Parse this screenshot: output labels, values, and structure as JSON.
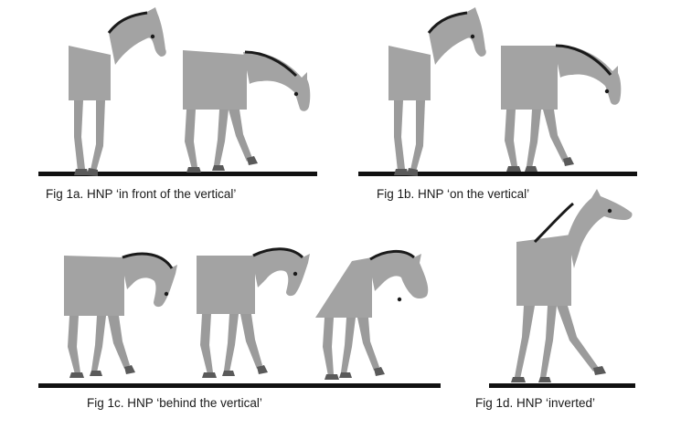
{
  "figures": [
    {
      "id": "1a",
      "caption": "Fig 1a. HNP ‘in front of the vertical’",
      "horses": 2
    },
    {
      "id": "1b",
      "caption": "Fig 1b. HNP ‘on the vertical’",
      "horses": 2
    },
    {
      "id": "1c",
      "caption": "Fig 1c. HNP ‘behind the vertical’",
      "horses": 3
    },
    {
      "id": "1d",
      "caption": "Fig 1d. HNP ‘inverted’",
      "horses": 1
    }
  ],
  "colors": {
    "body": "#a3a3a3",
    "body_dark": "#7a7a7a",
    "outline": "#8a8a8a",
    "mane": "#1a1a1a",
    "hoof": "#5a5a5a",
    "ground": "#111111"
  }
}
